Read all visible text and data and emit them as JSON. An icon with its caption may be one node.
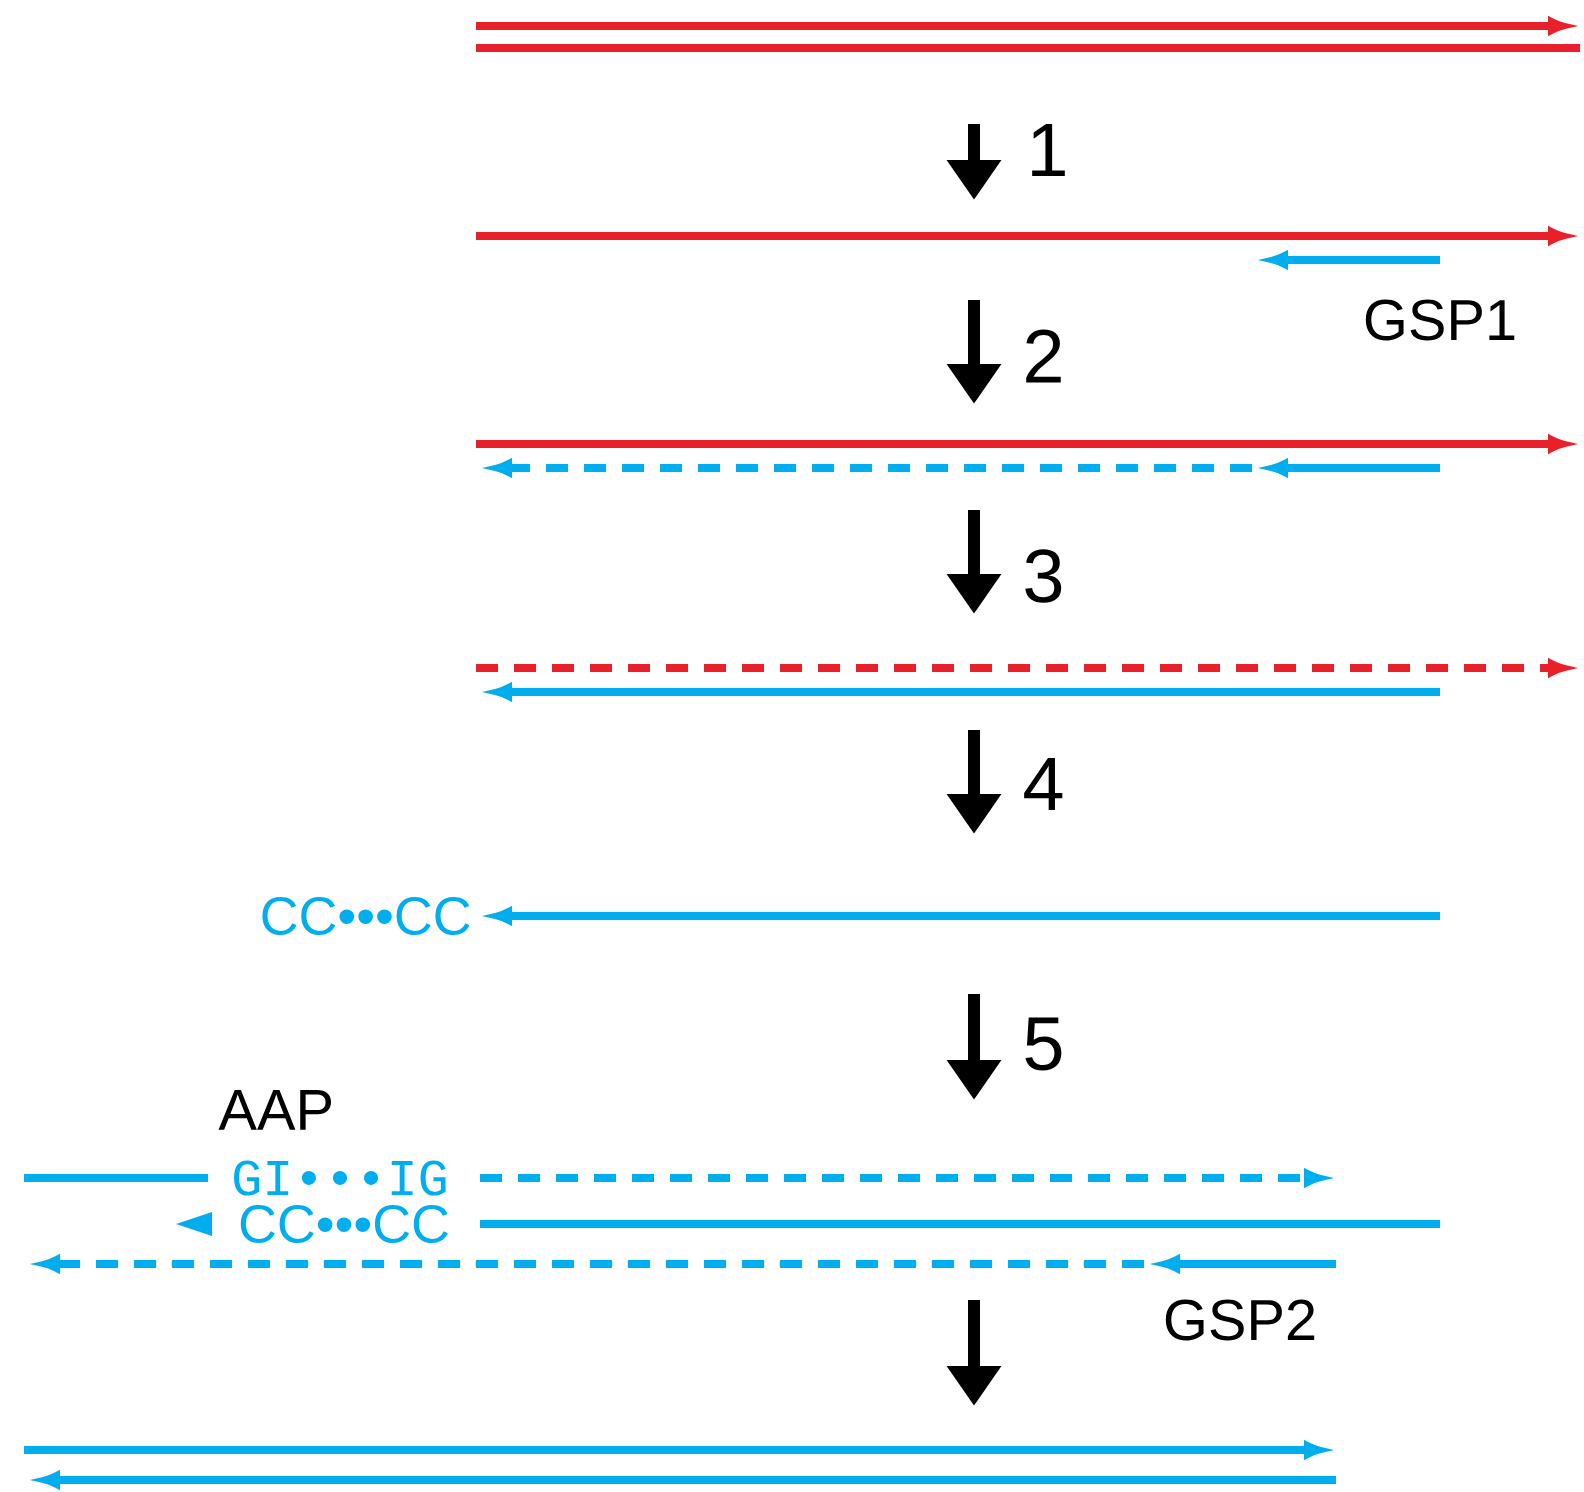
{
  "diagram": {
    "labels": [
      "1",
      "GSP1",
      "2",
      "3",
      "4",
      "CC•••CC",
      "5",
      "AAP",
      "GI•••IG",
      "CC•••CC",
      "GSP2"
    ]
  }
}
